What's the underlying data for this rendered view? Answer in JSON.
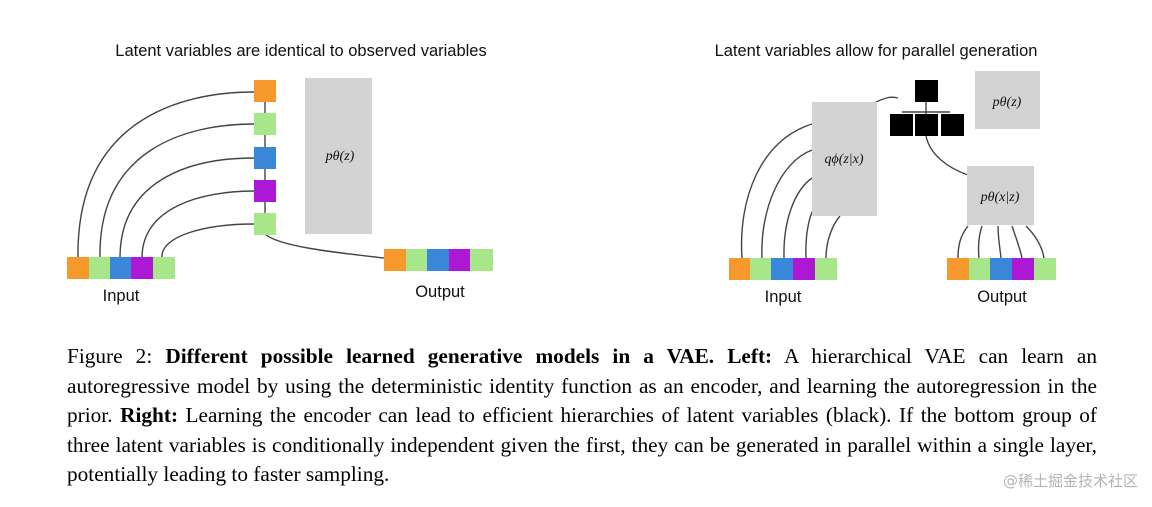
{
  "colors": {
    "orange": "#f6982b",
    "light_green": "#a8e68a",
    "blue": "#3a86d9",
    "magenta": "#ad18d4",
    "gray_box": "#d3d3d3",
    "latent_black": "#000000",
    "line": "#444444"
  },
  "left_panel": {
    "title": "Latent variables are identical to observed variables",
    "prior_box": "pθ(z)",
    "input_label": "Input",
    "output_label": "Output"
  },
  "right_panel": {
    "title": "Latent variables allow for parallel generation",
    "encoder_box": "qϕ(z|x)",
    "prior_box": "pθ(z)",
    "decoder_box": "pθ(x|z)",
    "input_label": "Input",
    "output_label": "Output"
  },
  "caption": {
    "prefix": "Figure 2: ",
    "title_bold": "Different possible learned generative models in a VAE.",
    "left_bold": " Left:",
    "left_text": " A hierarchical VAE can learn an autoregressive model by using the deterministic identity function as an encoder, and learning the autoregression in the prior. ",
    "right_bold": "Right:",
    "right_text": " Learning the encoder can lead to efficient hierarchies of latent variables (black). If the bottom group of three latent variables is conditionally independent given the first, they can be generated in parallel within a single layer, potentially leading to faster sampling."
  },
  "watermark": "@稀土掘金技术社区"
}
